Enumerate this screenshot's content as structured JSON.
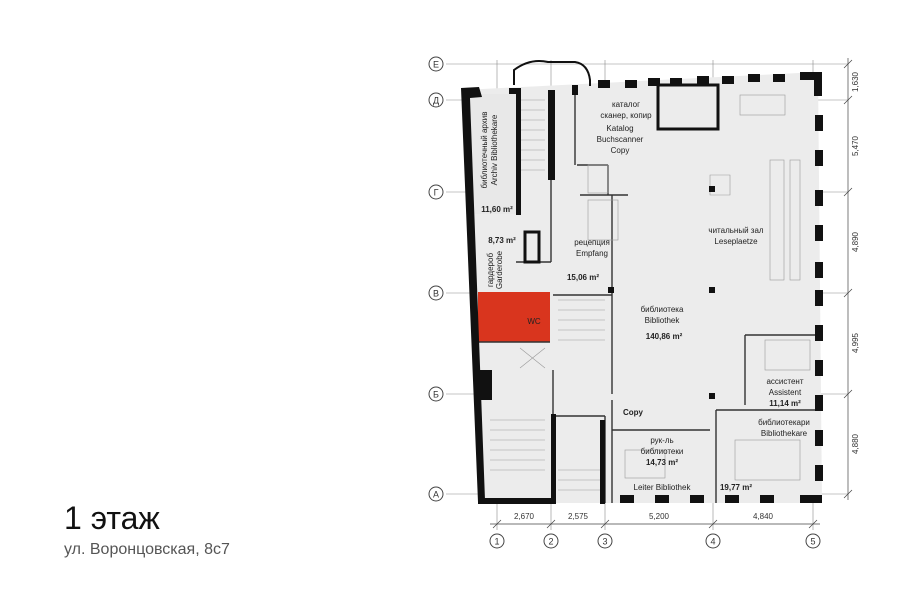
{
  "floor": {
    "title": "1 этаж",
    "address": "ул. Воронцовская, 8с7"
  },
  "colors": {
    "wall": "#111111",
    "floor": "#ececec",
    "highlight": "#d9351e",
    "grid": "#555555"
  },
  "rows": {
    "labels": [
      "Е",
      "Д",
      "Г",
      "В",
      "Б",
      "А"
    ],
    "dims": [
      "1,630",
      "5,470",
      "4,890",
      "4,995",
      "4,880"
    ]
  },
  "cols": {
    "labels": [
      "1",
      "2",
      "3",
      "4",
      "5"
    ],
    "dims": [
      "2,670",
      "2,575",
      "5,200",
      "4,840"
    ]
  },
  "rooms": {
    "archive": {
      "line1": "библиотечный архив",
      "line2": "Archiv Bibliothekare",
      "area": "11,60 m²"
    },
    "wardrobe": {
      "line1": "гардероб",
      "line2": "Garderobe",
      "area": "8,73 m²"
    },
    "catalog": {
      "line1": "каталог",
      "line2": "сканер, копир",
      "line3": "Katalog",
      "line4": "Buchscanner",
      "line5": "Copy"
    },
    "reception": {
      "line1": "рецепция",
      "line2": "Empfang",
      "area": "15,06 m²"
    },
    "reading": {
      "line1": "читальный зал",
      "line2": "Leseplaetze"
    },
    "library": {
      "line1": "библиотека",
      "line2": "Bibliothek",
      "area": "140,86 m²"
    },
    "wc": {
      "label": "WC"
    },
    "assistant": {
      "line1": "ассистент",
      "line2": "Assistent",
      "area": "11,14 m²"
    },
    "copy": {
      "label": "Copy"
    },
    "head": {
      "line1": "рук-ль",
      "line2": "библиотеки",
      "area": "14,73 m²",
      "line3": "Leiter Bibliothek"
    },
    "librarians": {
      "line1": "библиотекари",
      "line2": "Bibliothekare",
      "area": "19,77 m²"
    }
  }
}
